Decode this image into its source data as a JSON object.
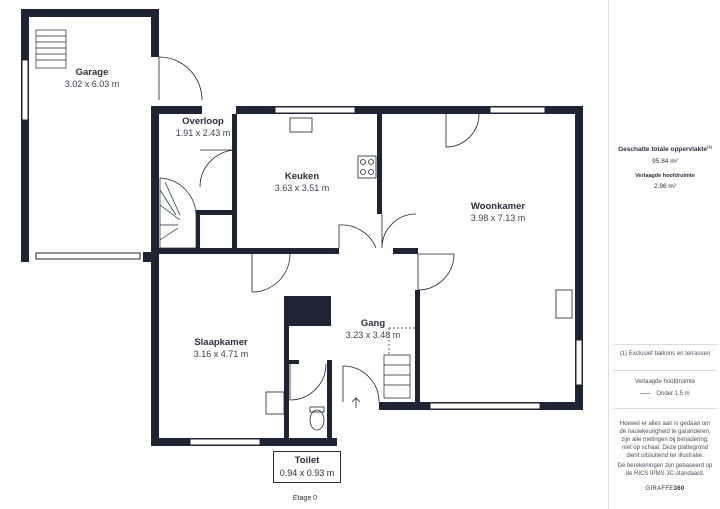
{
  "rooms": {
    "garage": {
      "name": "Garage",
      "dims": "3.02 x 6.03 m"
    },
    "overloop": {
      "name": "Overloop",
      "dims": "1.91 x 2.43 m"
    },
    "keuken": {
      "name": "Keuken",
      "dims": "3.63 x 3.51 m"
    },
    "woonkamer": {
      "name": "Woonkamer",
      "dims": "3.98 x 7.13 m"
    },
    "slaapkamer": {
      "name": "Slaapkamer",
      "dims": "3.16 x 4.71 m"
    },
    "gang": {
      "name": "Gang",
      "dims": "3.23 x 3.48 m"
    },
    "toilet": {
      "name": "Toilet",
      "dims": "0.94 x 0.93 m"
    }
  },
  "floor_label": "Etage 0",
  "panel": {
    "total_title": "Geschatte totale oppervlakte",
    "total_sup": "(1)",
    "total_value": "95.84 m²",
    "reduced_title": "Verlaagde hoofdruimte",
    "reduced_value": "2.96 m²",
    "footnote": "(1) Exclusief balkons en terrassen",
    "legend_title": "Verlaagde hoofdruimte",
    "legend_item": "Onder 1.5 m",
    "disclaimer": "Hoewel er alles aan is gedaan om de nauwkeurigheid te garanderen, zijn alle metingen bij benadering, niet op schaal. Deze plattegrond dient uitsluitend ter illustratie.",
    "standard": "De berekeningen zijn gebaseerd op de RICS IPMS 3C-standaard.",
    "brand_a": "GIRAFFE",
    "brand_b": "360"
  },
  "colors": {
    "wall": "#1f2433",
    "text": "#2a2f3c",
    "line": "#d9dce2"
  }
}
